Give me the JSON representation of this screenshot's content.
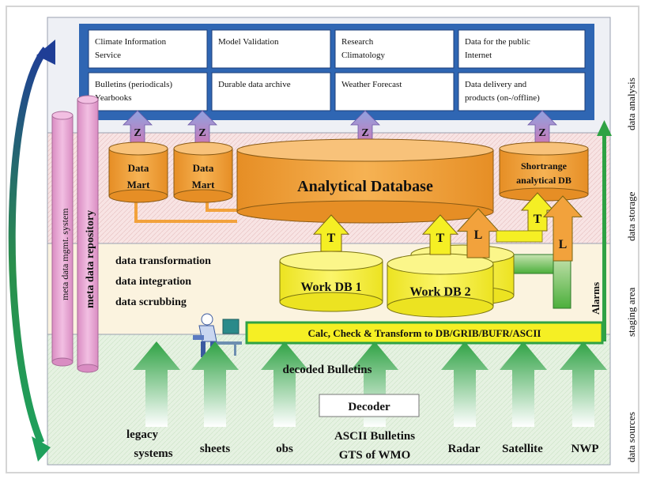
{
  "layers": {
    "analysis": "data analysis",
    "storage": "data storage",
    "staging": "staging area",
    "sources": "data sources"
  },
  "products": [
    [
      "Climate Information",
      "Service"
    ],
    [
      "Model Validation"
    ],
    [
      "Research",
      "Climatology"
    ],
    [
      "Data for the public",
      "Internet"
    ],
    [
      "Bulletins (periodicals)",
      "Yearbooks"
    ],
    [
      "Durable data archive"
    ],
    [
      "Weather Forecast"
    ],
    [
      "Data delivery and",
      "products (on-/offline)"
    ]
  ],
  "side_bars": {
    "mgmt_system": "meta data mgmt. system",
    "repository": "meta data repository"
  },
  "storage": {
    "data_mart_1": [
      "Data",
      "Mart"
    ],
    "data_mart_2": [
      "Data",
      "Mart"
    ],
    "analytical_db": "Analytical Database",
    "shortrange_db": [
      "Shortrange",
      "analytical DB"
    ]
  },
  "arrow_letters": {
    "z": "Z",
    "t": "T",
    "l": "L"
  },
  "staging": {
    "steps": [
      "data transformation",
      "data integration",
      "data scrubbing"
    ],
    "work_db_1": "Work DB 1",
    "work_db_2": "Work DB 2",
    "alarms": "Alarms"
  },
  "processing": {
    "calc_bar": "Calc, Check & Transform to DB/GRIB/BUFR/ASCII",
    "decoded": "decoded Bulletins",
    "decoder": "Decoder"
  },
  "sources": {
    "legacy": [
      "legacy",
      "systems"
    ],
    "sheets": "sheets",
    "obs": "obs",
    "ascii": [
      "ASCII Bulletins",
      "GTS of WMO"
    ],
    "radar": "Radar",
    "satellite": "Satellite",
    "nwp": "NWP"
  },
  "colors": {
    "analysis_blue": "#2f66b3",
    "storage_pink": "#f5dcdc",
    "staging_cream": "#fbf3df",
    "sources_green": "#e3f1e0",
    "db_orange": "#f2a23c",
    "work_yellow": "#f5ef24",
    "pink_cylinder": "#e8a8d4"
  }
}
